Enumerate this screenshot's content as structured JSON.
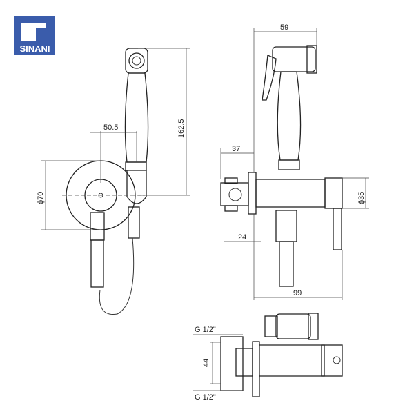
{
  "logo": {
    "text": "SINANI",
    "color": "#3a5cab"
  },
  "front_view": {
    "height_dim": "162.5",
    "offset_dim": "50.5",
    "diameter_dim": "ϕ70"
  },
  "side_view": {
    "width_dim": "59",
    "depth_dim": "37",
    "diameter_dim": "ϕ35",
    "wall_dim": "24",
    "length_dim": "99"
  },
  "top_view": {
    "thread_top": "G 1/2\"",
    "spacing_dim": "44",
    "thread_bottom": "G 1/2\""
  }
}
